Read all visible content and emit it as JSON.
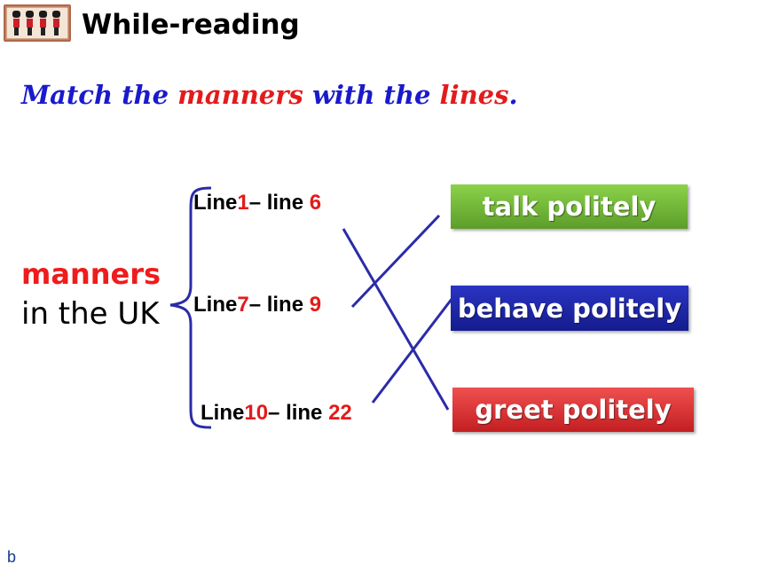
{
  "header": {
    "title": "While-reading"
  },
  "instruction": {
    "part1": "Match the ",
    "part2": "manners",
    "part3": " with the ",
    "part4": "lines",
    "part5": "."
  },
  "topic": {
    "word": "manners",
    "subtitle": "in the UK"
  },
  "ranges": [
    {
      "prefix": "Line",
      "start": "1",
      "mid": "– line ",
      "end": "6"
    },
    {
      "prefix": "Line",
      "start": "7",
      "mid": "– line ",
      "end": "9"
    },
    {
      "prefix": "Line",
      "start": "10",
      "mid": "– line ",
      "end": "22"
    }
  ],
  "manners": [
    {
      "label": "talk politely",
      "color": "#6fb33a"
    },
    {
      "label": "behave politely",
      "color": "#1c24a8"
    },
    {
      "label": "greet politely",
      "color": "#d9302f"
    }
  ],
  "matches": [
    {
      "line_range": 1,
      "manner": "greet politely"
    },
    {
      "line_range": 2,
      "manner": "talk politely"
    },
    {
      "line_range": 3,
      "manner": "behave politely"
    }
  ],
  "colors": {
    "accent_red": "#e31b1b",
    "instruction_blue": "#1a1acc",
    "connector": "#2b2ba8"
  },
  "footer": {
    "mark": "b"
  }
}
